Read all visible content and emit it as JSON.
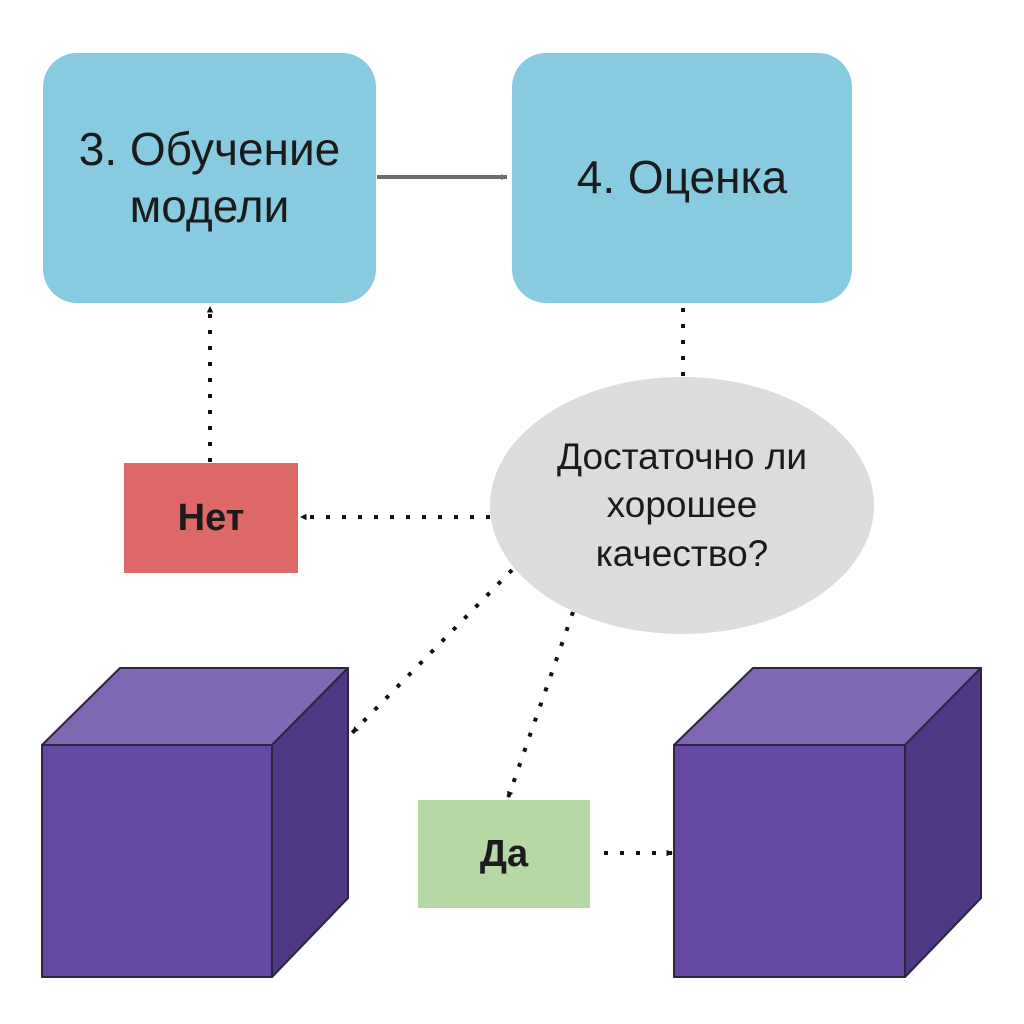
{
  "nodes": {
    "training": "3. Обучение модели",
    "evaluation": "4. Оценка",
    "decision": "Достаточно ли хорошее качество?",
    "answer_no": "Нет",
    "answer_yes": "Да"
  },
  "colors": {
    "step_box": "#88cbe0",
    "decision": "#dcdcdc",
    "answer_no": "#de6767",
    "answer_yes": "#b5d8a5",
    "cube_front": "#6548a4",
    "cube_top": "#7e68b4",
    "cube_side": "#4f3985",
    "arrow_solid": "#6d6d6d",
    "arrow_dotted": "#111111"
  }
}
